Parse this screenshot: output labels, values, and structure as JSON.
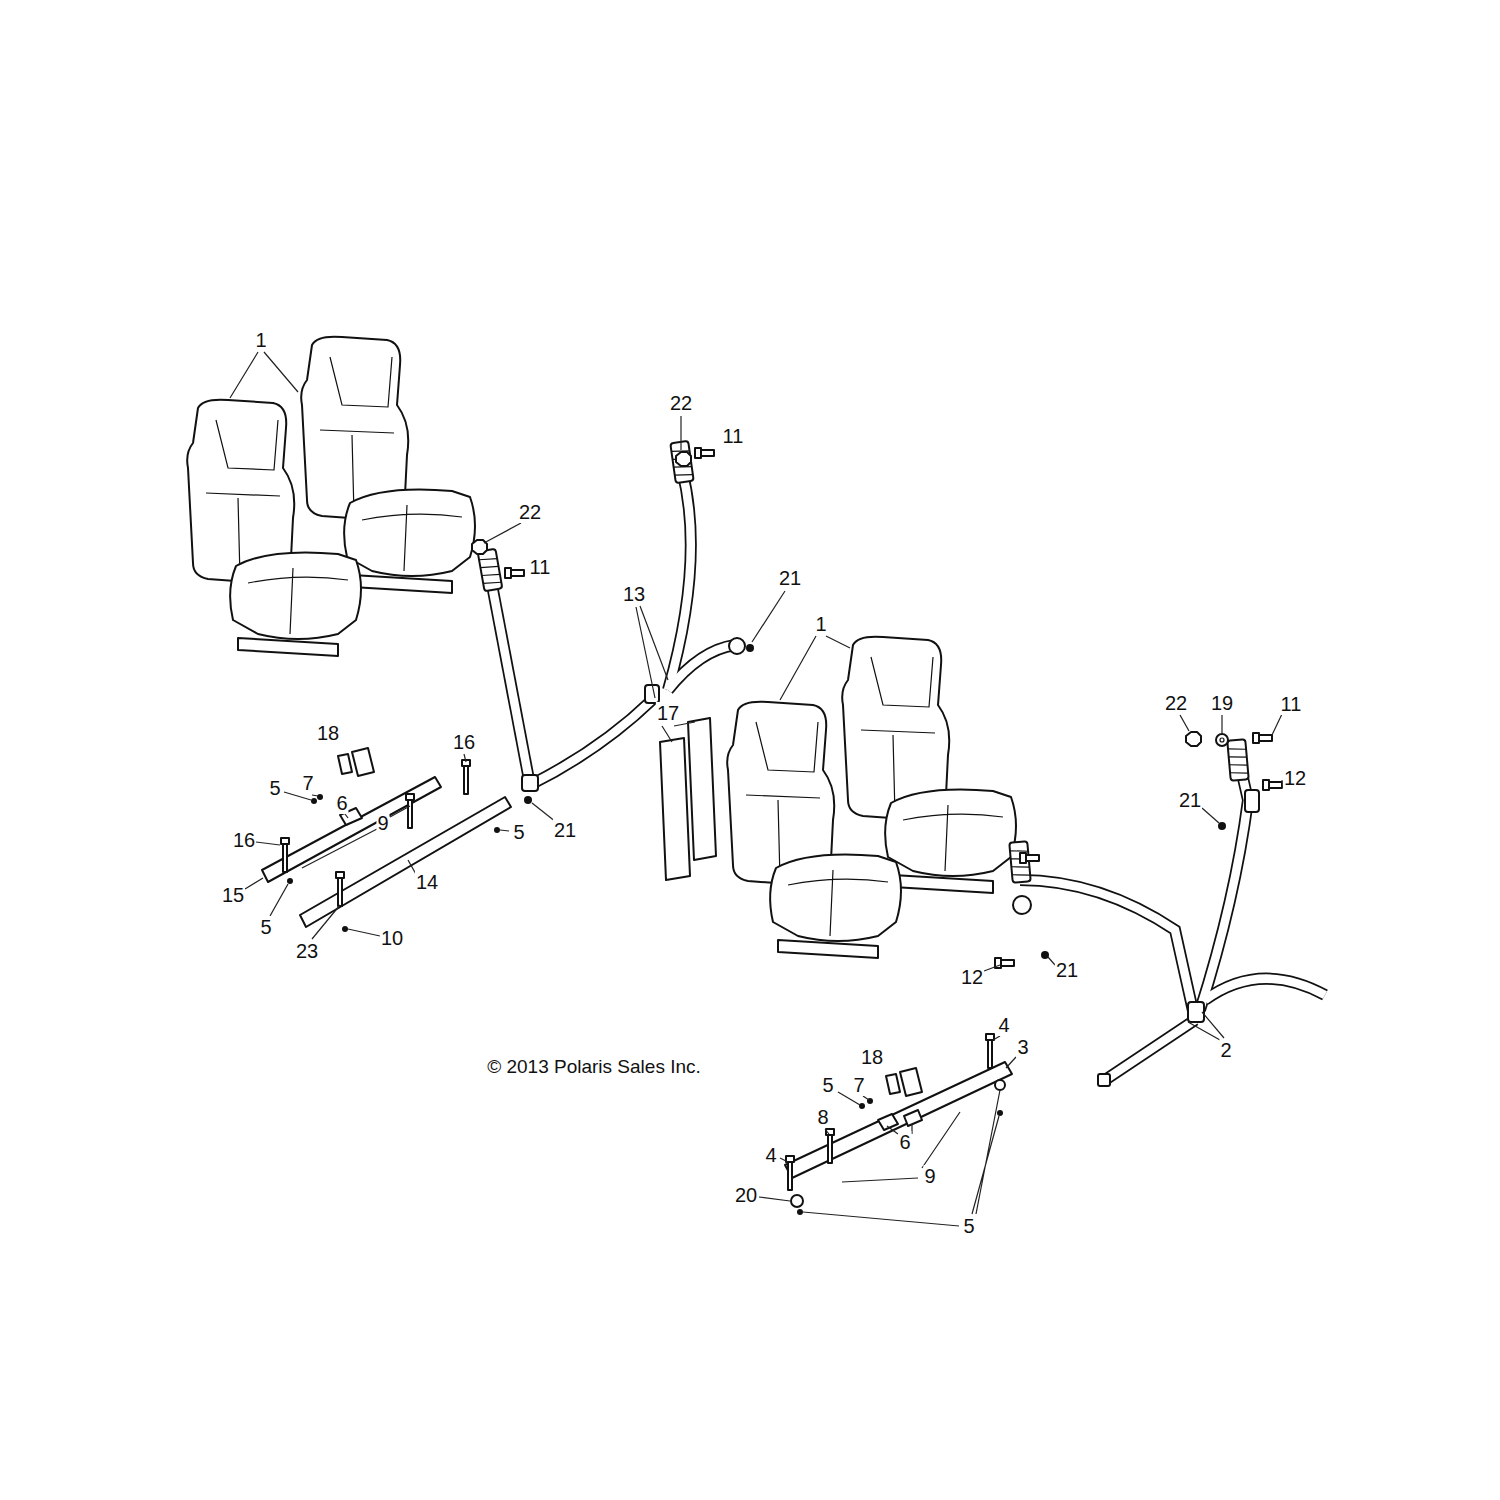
{
  "diagram": {
    "labels": [
      "1",
      "22",
      "11",
      "22",
      "11",
      "21",
      "13",
      "1",
      "21",
      "18",
      "16",
      "5",
      "7",
      "6",
      "9",
      "16",
      "5",
      "15",
      "14",
      "5",
      "23",
      "10",
      "17",
      "22",
      "19",
      "11",
      "12",
      "21",
      "12",
      "21",
      "2",
      "© 2013 Polaris Sales Inc.",
      "18",
      "4",
      "3",
      "5",
      "7",
      "8",
      "6",
      "4",
      "9",
      "20",
      "5"
    ]
  }
}
